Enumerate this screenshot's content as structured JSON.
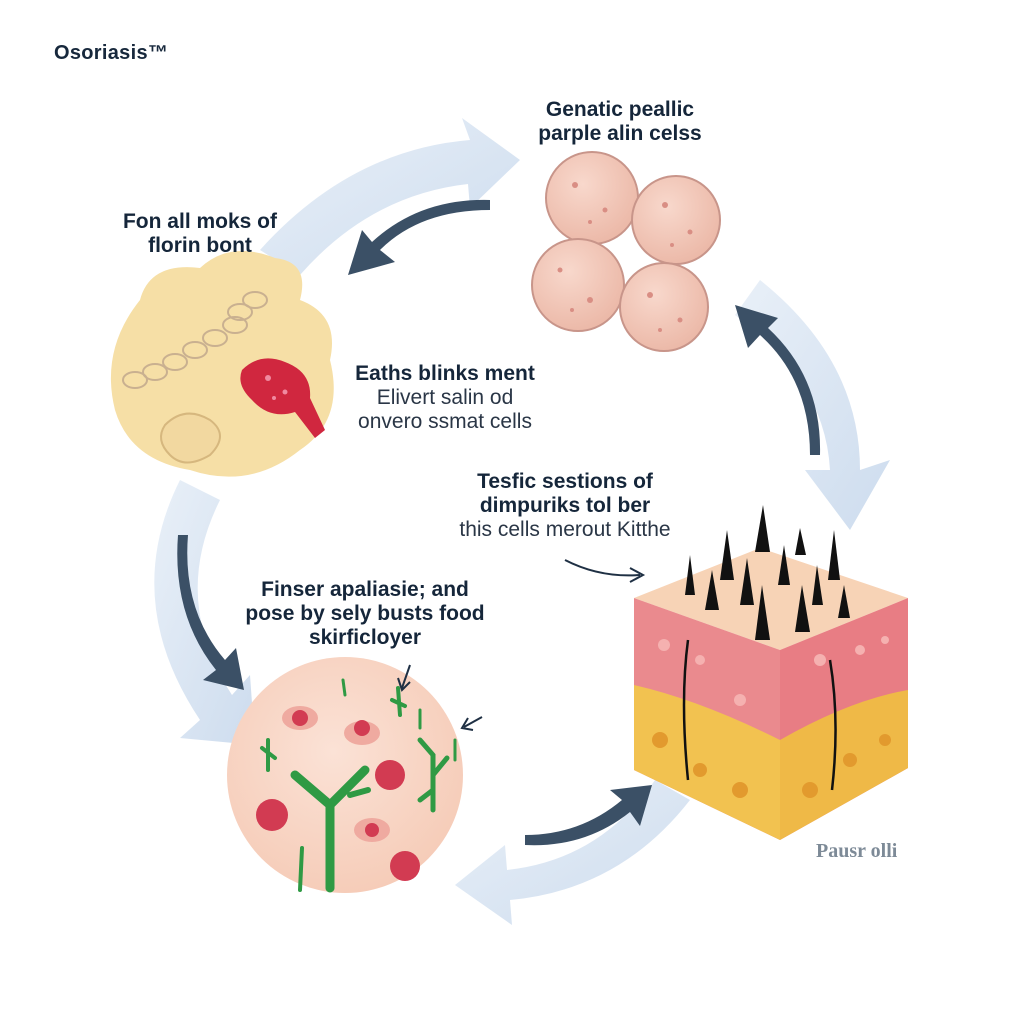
{
  "brand": "Osoriasis™",
  "stages": {
    "top_right": {
      "line1": "Genatic peallic",
      "line2": "parple alin celss",
      "icon": "skin-cell-cluster-icon"
    },
    "top_left": {
      "line1": "Fon all moks of",
      "line2": "florin bont",
      "icon": "tissue-blob-icon"
    },
    "middle": {
      "line1": "Eaths blinks ment",
      "line2": "Elivert salin od",
      "line3": "onvero ssmat cells"
    },
    "right": {
      "line1": "Tesfic sestions of",
      "line2": "dimpuriks tol ber",
      "line3": "this cells merout Kitthe",
      "icon": "skin-layer-cube-icon"
    },
    "bottom_left": {
      "line1": "Finser apaliasie; and",
      "line2": "pose by sely busts food",
      "line3": "skirficloyer",
      "icon": "inflamed-skin-circle-icon"
    }
  },
  "footer_mark": "Pausr olli",
  "colors": {
    "cycle_arrow_light": "#d7e4f2",
    "cycle_arrow_dark": "#3b5066",
    "text_dark": "#15263a",
    "cell_pink": "#f2c6b8",
    "blob_yellow": "#f6dfa6",
    "inflamed_red": "#d0273f",
    "branch_green": "#2f9a44",
    "cube_top": "#f7d3b6",
    "cube_pink": "#ea8a8e",
    "cube_fat": "#f2c250"
  }
}
